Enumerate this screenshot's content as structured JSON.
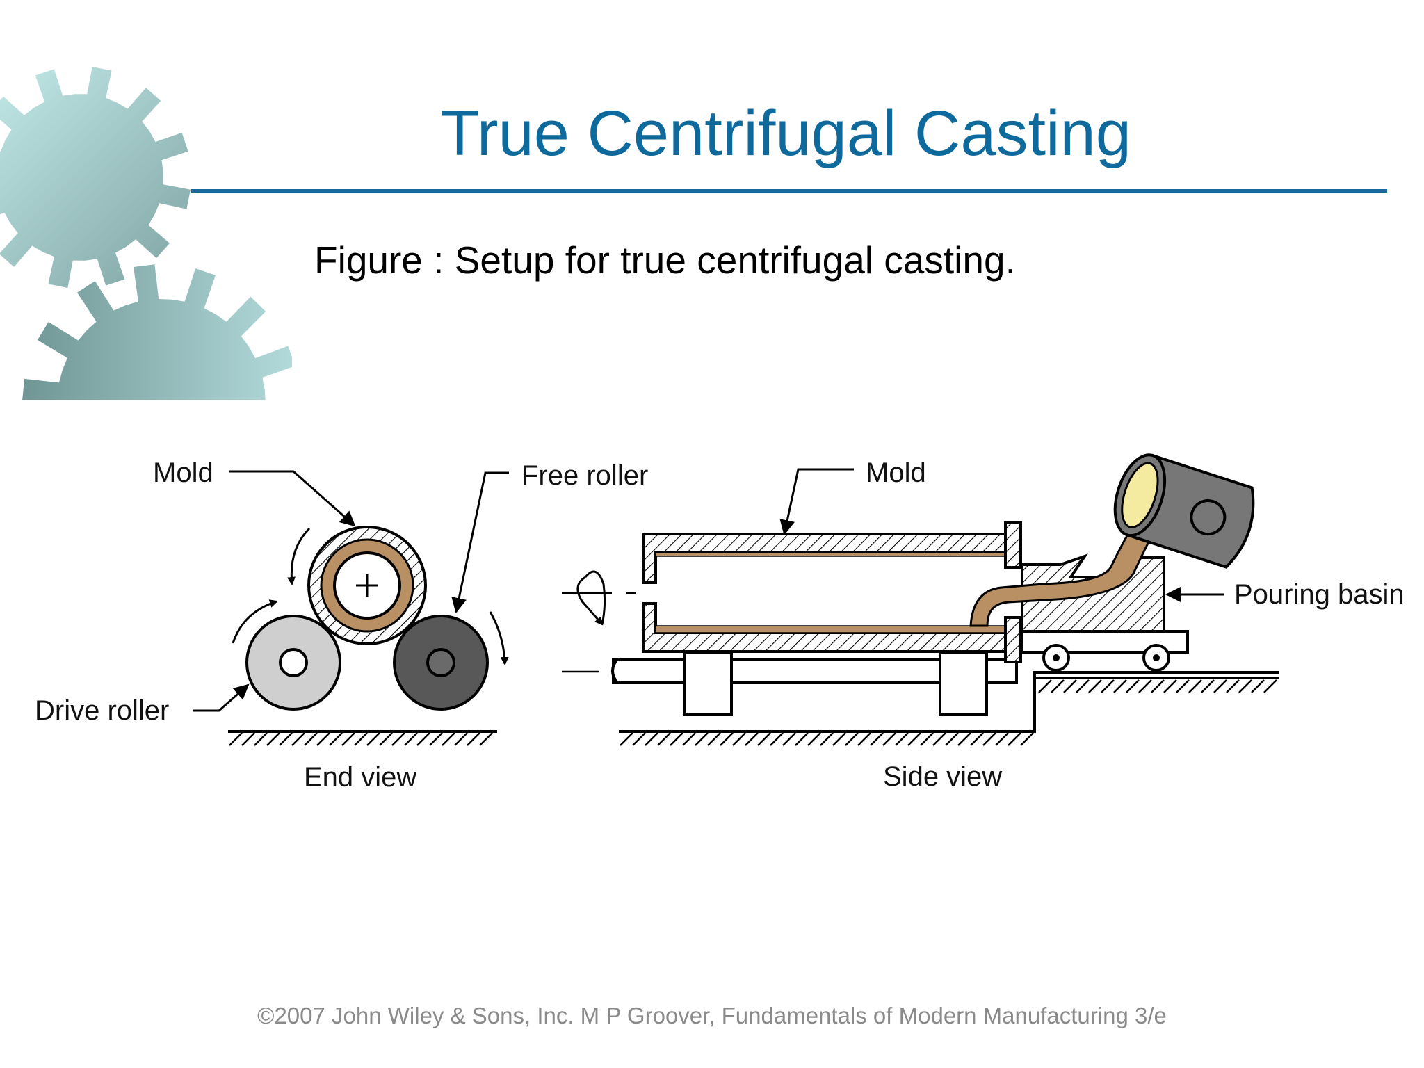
{
  "slide": {
    "title": "True Centrifugal Casting",
    "caption": "Figure :  Setup for true centrifugal casting.",
    "footer": "©2007 John Wiley & Sons, Inc.  M P Groover, Fundamentals of Modern Manufacturing 3/e"
  },
  "diagram": {
    "labels": {
      "mold_end": "Mold",
      "free_roller": "Free roller",
      "drive_roller": "Drive roller",
      "end_view": "End view",
      "mold_side": "Mold",
      "pouring_basin": "Pouring basin",
      "side_view": "Side view"
    },
    "colors": {
      "title": "#0e6a9c",
      "molten_metal": "#b89064",
      "drive_roller": "#cfcfcf",
      "free_roller": "#585858",
      "ladle": "#777777",
      "ladle_opening": "#f4eaa0",
      "gear_light": "#bfe6e6",
      "gear_dark": "#7a9e9e"
    }
  }
}
